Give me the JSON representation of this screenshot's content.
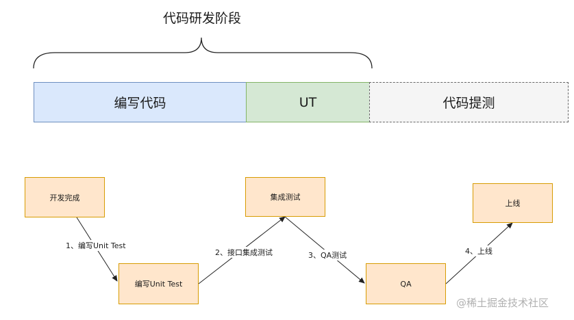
{
  "header": {
    "title": "代码研发阶段"
  },
  "bar": {
    "segments": [
      {
        "label": "编写代码",
        "color": "#dae8fc"
      },
      {
        "label": "UT",
        "color": "#d5e8d4"
      },
      {
        "label": "代码提测",
        "color": "#f5f5f5"
      }
    ]
  },
  "flow": {
    "nodes": [
      {
        "label": "开发完成"
      },
      {
        "label": "编写Unit Test"
      },
      {
        "label": "集成测试"
      },
      {
        "label": "QA"
      },
      {
        "label": "上线"
      }
    ],
    "edges": [
      {
        "label": "1、编写Unit Test"
      },
      {
        "label": "2、接口集成测试"
      },
      {
        "label": "3、QA测试"
      },
      {
        "label": "4、上线"
      }
    ],
    "node_fill": "#ffe6cc",
    "node_stroke": "#d79b00"
  },
  "watermark": {
    "text": "@稀土掘金技术社区"
  }
}
